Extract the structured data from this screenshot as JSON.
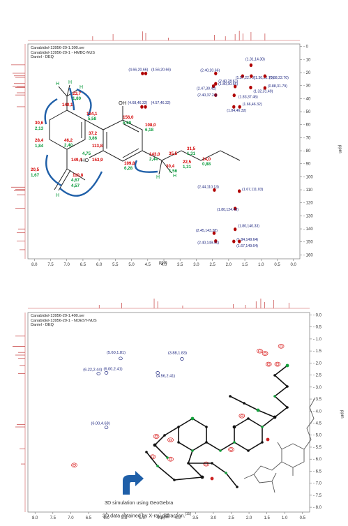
{
  "hmbc": {
    "header": [
      "Canabidiol-13956-29-1.300.ser",
      "Canabidiol-13956-29-1 - HMBC-NUS",
      "Daniel - DEQ"
    ],
    "xlabel": "ppm",
    "ylabel": "ppm",
    "x_ticks": [
      "8.0",
      "7.5",
      "7.0",
      "6.5",
      "6.0",
      "5.5",
      "5.0",
      "4.5",
      "4.0",
      "3.5",
      "3.0",
      "2.5",
      "2.0",
      "1.5",
      "1.0",
      "0.5",
      "0.0"
    ],
    "y_ticks": [
      "0",
      "10",
      "20",
      "30",
      "40",
      "50",
      "60",
      "70",
      "80",
      "90",
      "100",
      "110",
      "120",
      "130",
      "140",
      "150",
      "160"
    ],
    "structure": {
      "oh_label": "OH",
      "ho_label": "HO",
      "h_labels": [
        "H",
        "H",
        "H",
        "H",
        "H",
        "H"
      ],
      "carbon_shifts": [
        "23,7",
        "140,1",
        "124,1",
        "30,6",
        "37,2",
        "28,4",
        "46,2",
        "113,8",
        "156,0",
        "108,0",
        "20,5",
        "149,4",
        "110,8",
        "153,9",
        "109,8",
        "143,0",
        "35,5",
        "30,4",
        "31,5",
        "22,5",
        "14,0"
      ],
      "proton_shifts": [
        "1,80",
        "5,58",
        "2,13",
        "3,86",
        "1,84",
        "2,40",
        "5,99",
        "6,18",
        "1,67",
        "4,75",
        "4,67",
        "4,57",
        "6,28",
        "2,44",
        "1,56",
        "1,31",
        "1,31",
        "0,88"
      ]
    },
    "peak_labels": [
      "(4.66,20.66)",
      "(4.56,20.66)",
      "(4.68,46.32)",
      "(4.57,46.32)",
      "(1.31,14.30)",
      "(2.40,20.66)",
      "(1.57,22.70)",
      "(1.30,22.70)",
      "(1.80,30.65)",
      "(0.88,31.79)",
      "(0.88,22.70)",
      "(2.47,30.42)",
      "(2.40,28.61)",
      "(1.32,31.49)",
      "(2.40,37.24)",
      "(1.83,37.46)",
      "(1.66,46.32)",
      "(1.84,46.32)",
      "(2.44,110.13)",
      "(1.67,111.03)",
      "(1.80,124.43)",
      "(2.45,143.28)",
      "(2.40,149.41)",
      "(1.80,140.33)",
      "(1.84,149.64)",
      "(1.67,149.64)"
    ]
  },
  "noesy": {
    "header": [
      "Canabidiol-13956-29-1.400.ser",
      "Canabidiol-13956-29-1 - NOESY-NUS",
      "Daniel - DEQ"
    ],
    "xlabel": "ppm",
    "ylabel": "ppm",
    "x_ticks": [
      "8.0",
      "7.5",
      "7.0",
      "6.5",
      "6.0",
      "5.5",
      "5.0",
      "4.5",
      "4.0",
      "3.5",
      "3.0",
      "2.5",
      "2.0",
      "1.5",
      "1.0",
      "0.5"
    ],
    "y_ticks": [
      "0.0",
      "0.5",
      "1.0",
      "1.5",
      "2.0",
      "2.5",
      "3.0",
      "3.5",
      "4.0",
      "4.5",
      "5.0",
      "5.5",
      "6.0",
      "6.5",
      "7.0",
      "7.5",
      "8.0"
    ],
    "peak_labels": [
      "(5.60,1.81)",
      "(3.88,1.83)",
      "(6.22,2.44)",
      "(6.00,2.41)",
      "(4.56,2.41)",
      "(6.00,4.68)"
    ],
    "caption_1": "3D simulation using GeoGebra",
    "caption_2": "3D data obtained by X-ray diffraction.",
    "caption_ref": "[15]"
  },
  "chart_data": [
    {
      "type": "scatter",
      "title": "Canabidiol-13956-29-1 - HMBC-NUS",
      "xlabel": "ppm",
      "ylabel": "ppm",
      "xlim": [
        8.2,
        -0.2
      ],
      "ylim": [
        -2,
        163
      ],
      "x_inverted": true,
      "y_inverted": true,
      "grid": false,
      "points": [
        {
          "x": 4.66,
          "y": 20.66
        },
        {
          "x": 4.56,
          "y": 20.66
        },
        {
          "x": 4.68,
          "y": 46.32
        },
        {
          "x": 4.57,
          "y": 46.32
        },
        {
          "x": 1.31,
          "y": 14.3
        },
        {
          "x": 2.4,
          "y": 20.66
        },
        {
          "x": 1.57,
          "y": 22.7
        },
        {
          "x": 1.3,
          "y": 22.7
        },
        {
          "x": 1.8,
          "y": 30.65
        },
        {
          "x": 0.88,
          "y": 31.79
        },
        {
          "x": 0.88,
          "y": 22.7
        },
        {
          "x": 2.47,
          "y": 30.42
        },
        {
          "x": 2.4,
          "y": 28.61
        },
        {
          "x": 1.32,
          "y": 31.49
        },
        {
          "x": 2.4,
          "y": 37.24
        },
        {
          "x": 1.83,
          "y": 37.46
        },
        {
          "x": 1.66,
          "y": 46.32
        },
        {
          "x": 1.84,
          "y": 46.32
        },
        {
          "x": 2.44,
          "y": 110.13
        },
        {
          "x": 1.67,
          "y": 111.03
        },
        {
          "x": 1.8,
          "y": 124.43
        },
        {
          "x": 2.45,
          "y": 143.28
        },
        {
          "x": 2.4,
          "y": 149.41
        },
        {
          "x": 1.8,
          "y": 140.33
        },
        {
          "x": 1.84,
          "y": 149.64
        },
        {
          "x": 1.67,
          "y": 149.64
        }
      ],
      "colors": {
        "peak": "#b00000",
        "label": "#1a237e",
        "carbon_shift": "#d40000",
        "proton_shift": "#0a9a3c",
        "arrow": "#1f5fa8"
      }
    },
    {
      "type": "scatter",
      "title": "Canabidiol-13956-29-1 - NOESY-NUS",
      "xlabel": "ppm",
      "ylabel": "ppm",
      "xlim": [
        8.2,
        0.3
      ],
      "ylim": [
        -0.1,
        8.2
      ],
      "x_inverted": true,
      "y_inverted": true,
      "grid": false,
      "points": [
        {
          "x": 5.6,
          "y": 1.81
        },
        {
          "x": 3.88,
          "y": 1.83
        },
        {
          "x": 6.22,
          "y": 2.44
        },
        {
          "x": 6.0,
          "y": 2.41
        },
        {
          "x": 4.56,
          "y": 2.41
        },
        {
          "x": 6.0,
          "y": 4.68
        }
      ],
      "colors": {
        "positive": "#d40000",
        "negative": "#1a237e",
        "atom_c": "#111111",
        "atom_h": "#14a03c",
        "atom_o": "#cc2222",
        "arrow": "#1f5fa8"
      }
    }
  ]
}
